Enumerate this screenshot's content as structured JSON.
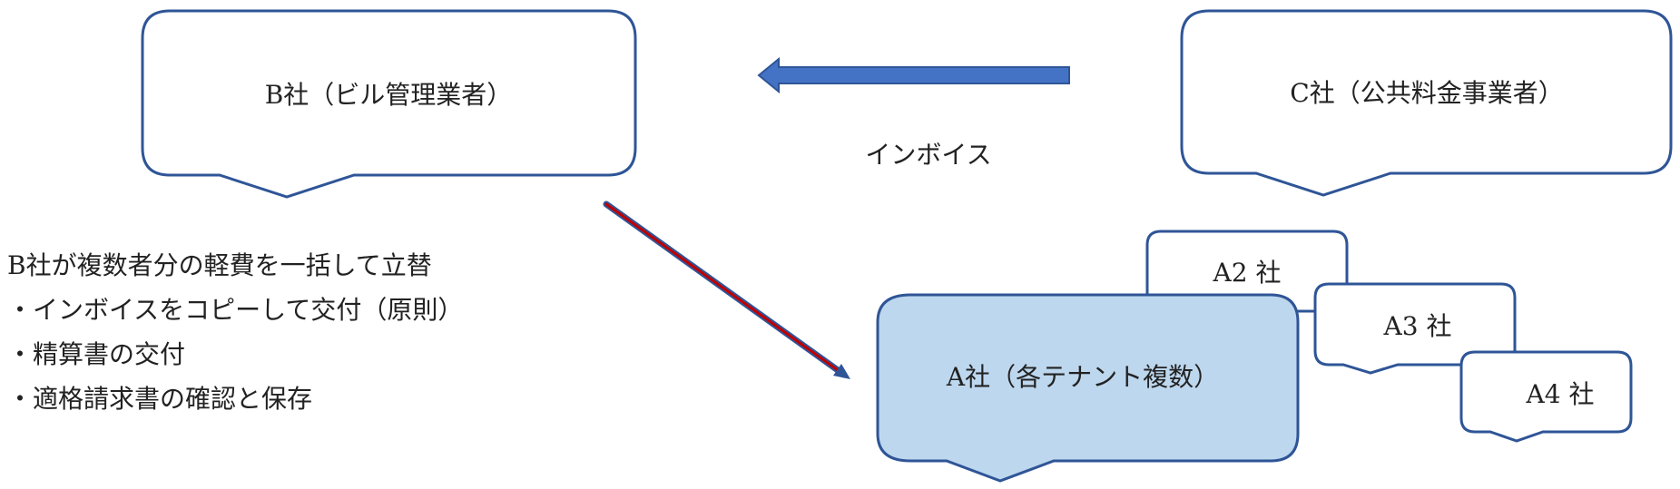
{
  "boxes": {
    "b": {
      "label": "B社（ビル管理業者）"
    },
    "c": {
      "label": "C社（公共料金事業者）"
    },
    "a": {
      "label": "A社（各テナント複数）"
    },
    "a2": {
      "label": "A2 社"
    },
    "a3": {
      "label": "A3 社"
    },
    "a4": {
      "label": "A4 社"
    }
  },
  "arrows": {
    "invoice_label": "インボイス"
  },
  "notes": {
    "title": "B社が複数者分の軽費を一括して立替",
    "items": [
      "・インボイスをコピーして交付（原則）",
      "・精算書の交付",
      "・適格請求書の確認と保存"
    ]
  },
  "colors": {
    "border": "#2f5597",
    "a_fill": "#bdd7ee",
    "arrow_fill": "#4472c4",
    "diag_red": "#c00000"
  }
}
